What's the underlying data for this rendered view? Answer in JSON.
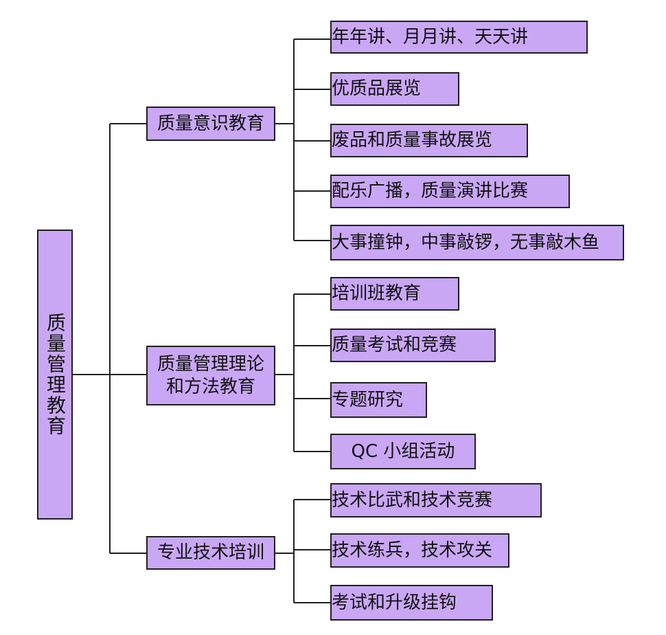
{
  "root": {
    "label": "质量管理教育"
  },
  "branches": [
    {
      "label": "质量意识教育",
      "children": [
        "年年讲、月月讲、天天讲",
        "优质品展览",
        "废品和质量事故展览",
        "配乐广播，质量演讲比赛",
        "大事撞钟，中事敲锣，无事敲木鱼"
      ]
    },
    {
      "label": "质量管理理论和方法教育",
      "children": [
        "培训班教育",
        "质量考试和竞赛",
        "专题研究",
        "QC 小组活动"
      ]
    },
    {
      "label": "专业技术培训",
      "children": [
        "技术比武和技术竞赛",
        "技术练兵，技术攻关",
        "考试和升级挂钩"
      ]
    }
  ],
  "colors": {
    "box_fill": "#c9a7f5",
    "box_border": "#1f1f1f",
    "line": "#1f1f1f"
  }
}
